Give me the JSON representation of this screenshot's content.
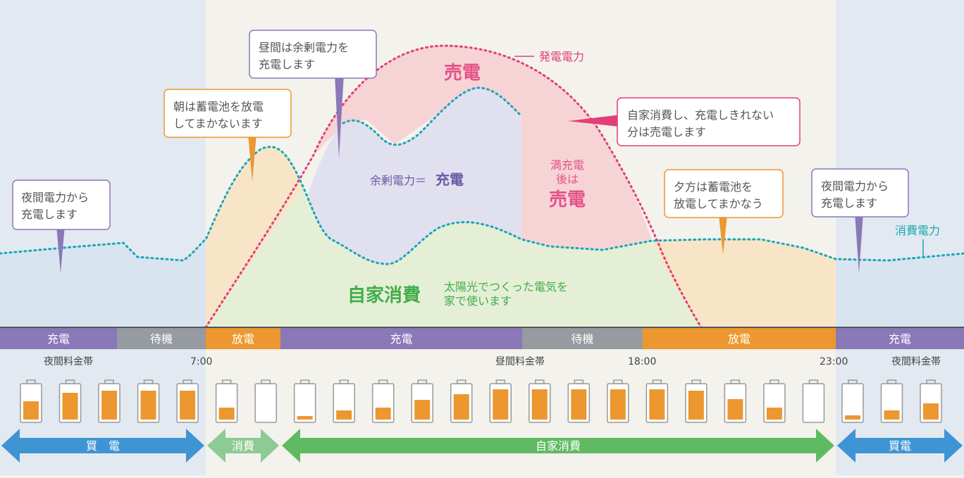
{
  "callouts": {
    "night_left": [
      "夜間電力から",
      "充電します"
    ],
    "morning": [
      "朝は蓄電池を放電",
      "してまかないます"
    ],
    "daytime": [
      "昼間は余剰電力を",
      "充電します"
    ],
    "sell": [
      "自家消費し、充電しきれない",
      "分は売電します"
    ],
    "evening": [
      "夕方は蓄電池を",
      "放電してまかなう"
    ],
    "night_right": [
      "夜間電力から",
      "充電します"
    ]
  },
  "labels": {
    "generation": "発電電力",
    "consumption": "消費電力",
    "sell_big": "売電",
    "surplus_prefix": "余剰電力＝",
    "surplus_strong": "充電",
    "full_line1": "満充電",
    "full_line2": "後は",
    "full_sell": "売電",
    "self_consumption": "自家消費",
    "solar_note": [
      "太陽光でつくった電気を",
      "家で使います"
    ]
  },
  "status_bar": [
    {
      "label": "充電",
      "state": "charge"
    },
    {
      "label": "待機",
      "state": "standby"
    },
    {
      "label": "放電",
      "state": "discharge"
    },
    {
      "label": "充電",
      "state": "charge"
    },
    {
      "label": "待機",
      "state": "standby"
    },
    {
      "label": "放電",
      "state": "discharge"
    },
    {
      "label": "充電",
      "state": "charge"
    }
  ],
  "time_labels": {
    "night_rate_left": "夜間料金帯",
    "t0700": "7:00",
    "day_rate": "昼間料金帯",
    "t1800": "18:00",
    "t2300": "23:00",
    "night_rate_right": "夜間料金帯"
  },
  "battery_levels": [
    0.55,
    0.8,
    0.85,
    0.85,
    0.85,
    0.35,
    0.0,
    0.1,
    0.28,
    0.35,
    0.58,
    0.75,
    0.9,
    0.9,
    0.9,
    0.9,
    0.9,
    0.85,
    0.6,
    0.35,
    0.0,
    0.12,
    0.28,
    0.48
  ],
  "arrows": [
    {
      "label": "買　電",
      "type": "buy"
    },
    {
      "label": "消費",
      "type": "consume"
    },
    {
      "label": "自家消費",
      "type": "self"
    },
    {
      "label": "買電",
      "type": "buy"
    }
  ],
  "colors": {
    "charge": "#8a78b8",
    "standby": "#959ba0",
    "discharge": "#ec972f",
    "generation": "#e23f78",
    "consumption": "#1aa6b7",
    "self_green": "#41ad4a",
    "buy_blue": "#3f94d4",
    "consume_green": "#8ecb94",
    "self_arrow_green": "#5fba62"
  }
}
